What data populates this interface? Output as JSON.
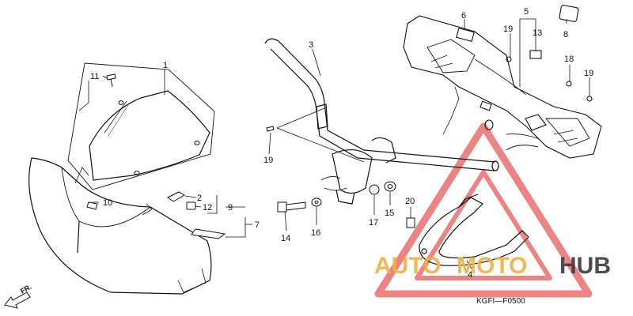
{
  "diagram": {
    "code": "KGFI—F0500",
    "direction_label": "FR.",
    "callouts": [
      {
        "id": "c1",
        "text": "1"
      },
      {
        "id": "c2",
        "text": "2"
      },
      {
        "id": "c3",
        "text": "3"
      },
      {
        "id": "c4",
        "text": "4"
      },
      {
        "id": "c5",
        "text": "5"
      },
      {
        "id": "c6",
        "text": "6"
      },
      {
        "id": "c7",
        "text": "7"
      },
      {
        "id": "c8",
        "text": "8"
      },
      {
        "id": "c9",
        "text": "9"
      },
      {
        "id": "c10",
        "text": "10"
      },
      {
        "id": "c11",
        "text": "11"
      },
      {
        "id": "c12",
        "text": "12"
      },
      {
        "id": "c13",
        "text": "13"
      },
      {
        "id": "c14",
        "text": "14"
      },
      {
        "id": "c15",
        "text": "15"
      },
      {
        "id": "c16",
        "text": "16"
      },
      {
        "id": "c17",
        "text": "17"
      },
      {
        "id": "c18",
        "text": "18"
      },
      {
        "id": "c19a",
        "text": "19"
      },
      {
        "id": "c19b",
        "text": "19"
      },
      {
        "id": "c19c",
        "text": "19"
      },
      {
        "id": "c20",
        "text": "20"
      }
    ]
  },
  "watermark": {
    "part1": "AUTO",
    "part2": "MOTO",
    "part3": "HUB",
    "color_orange": "#f0b046",
    "color_dark": "#3a3a3a",
    "color_triangle": "#e85a5a"
  }
}
